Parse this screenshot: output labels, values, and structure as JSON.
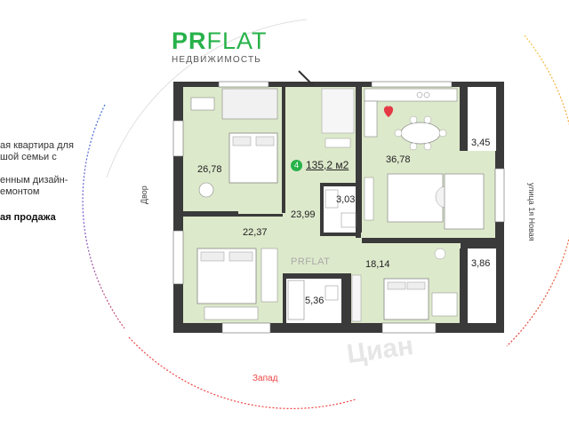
{
  "logo": {
    "pr": "PR",
    "flat": "FLAT",
    "subtitle": "НЕДВИЖИМОСТЬ"
  },
  "description": {
    "text": "ая квартира для\nшой семьи с\n\nенным дизайн-\nемонтом"
  },
  "sale_type": "ая продажа",
  "rooms": [
    {
      "id": "bedroom-1",
      "area": "26,78"
    },
    {
      "id": "living-kitchen",
      "area": "36,78"
    },
    {
      "id": "balcony-1",
      "area": "3,45"
    },
    {
      "id": "bathroom-1",
      "area": "3,03"
    },
    {
      "id": "hall",
      "area": "23,99"
    },
    {
      "id": "bedroom-2",
      "area": "22,37"
    },
    {
      "id": "bedroom-3",
      "area": "18,14"
    },
    {
      "id": "balcony-2",
      "area": "3,86"
    },
    {
      "id": "bathroom-2",
      "area": "5,36"
    }
  ],
  "total": {
    "rooms_count": "4",
    "area": "135,2 м2"
  },
  "directions": {
    "left": "Двор",
    "bottom": "Запад",
    "right": "улица 1я Новая"
  },
  "watermark": {
    "logo": "PRFLAT",
    "cian": "Циан"
  },
  "colors": {
    "accent": "#27b24a",
    "room_fill": "#dde9cb",
    "wall": "#3a3a3a",
    "heart": "#e63946"
  },
  "icons": [
    "heart-icon",
    "door-arrow-icon"
  ]
}
